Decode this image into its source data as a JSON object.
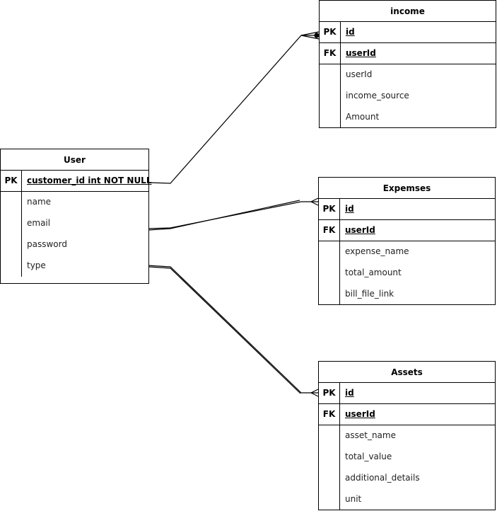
{
  "entities": {
    "user": {
      "name": "User",
      "keys": [
        {
          "type": "PK",
          "field": "customer_id int NOT NULL"
        }
      ],
      "fields": [
        "name",
        "email",
        "password",
        "type"
      ]
    },
    "income": {
      "name": "income",
      "keys": [
        {
          "type": "PK",
          "field": "id"
        },
        {
          "type": "FK",
          "field": "userId"
        }
      ],
      "fields": [
        "userId",
        "income_source",
        "Amount"
      ]
    },
    "expenses": {
      "name": "Expemses",
      "keys": [
        {
          "type": "PK",
          "field": "id"
        },
        {
          "type": "FK",
          "field": "userId"
        }
      ],
      "fields": [
        "expense_name",
        "total_amount",
        "bill_file_link"
      ]
    },
    "assets": {
      "name": "Assets",
      "keys": [
        {
          "type": "PK",
          "field": "id"
        },
        {
          "type": "FK",
          "field": "userId"
        }
      ],
      "fields": [
        "asset_name",
        "total_value",
        "additional_details",
        "unit"
      ]
    }
  },
  "relationships": [
    {
      "from": "user",
      "to": "income",
      "from_end": "one",
      "to_end": "many"
    },
    {
      "from": "user",
      "to": "expenses",
      "from_end": "one",
      "to_end": "many"
    },
    {
      "from": "user",
      "to": "assets",
      "from_end": "one",
      "to_end": "many"
    }
  ],
  "colors": {
    "stroke": "#000000",
    "background": "#ffffff"
  }
}
